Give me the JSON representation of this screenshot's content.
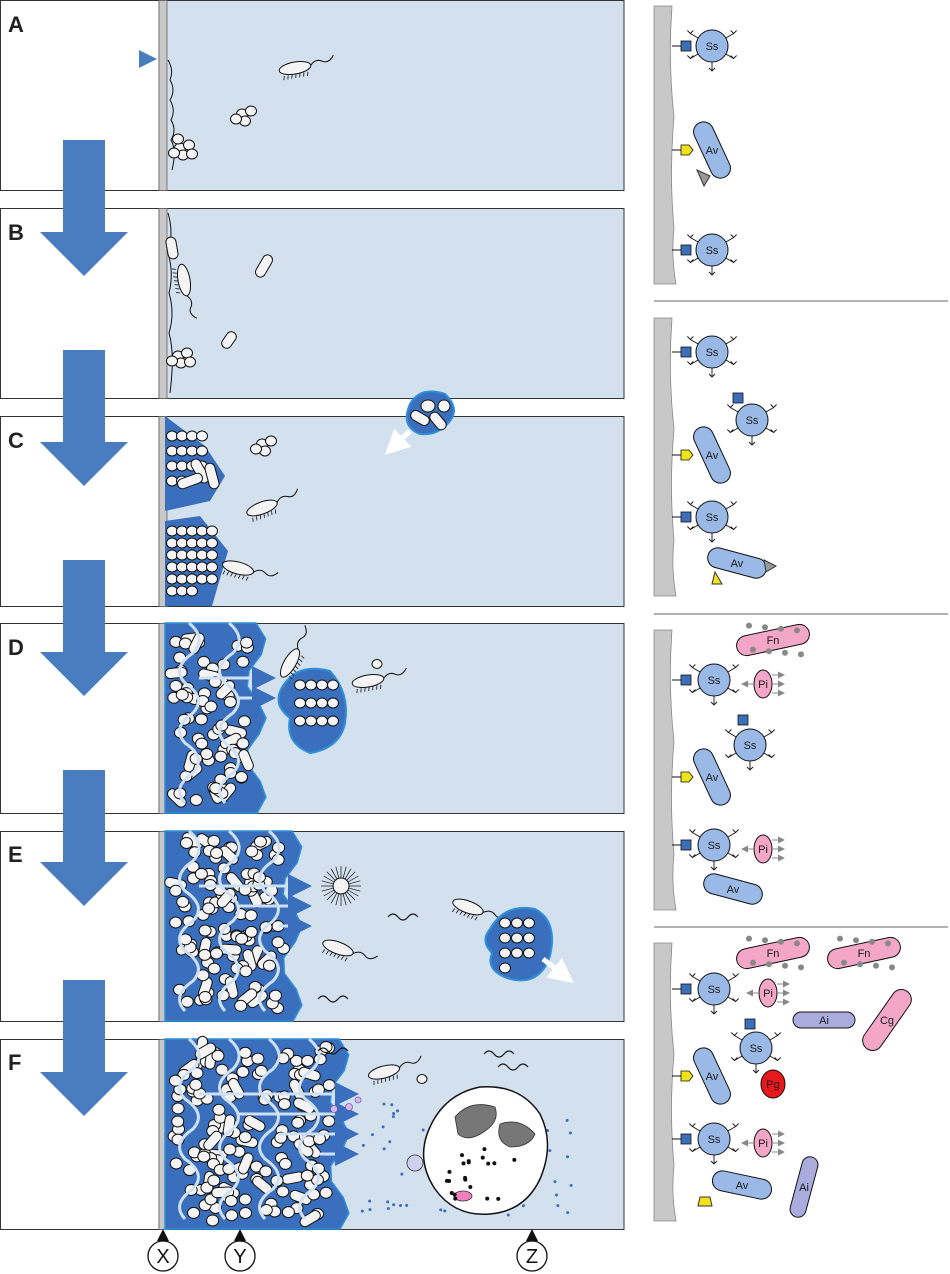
{
  "panels": [
    {
      "id": "A",
      "label": "A"
    },
    {
      "id": "B",
      "label": "B"
    },
    {
      "id": "C",
      "label": "C"
    },
    {
      "id": "D",
      "label": "D"
    },
    {
      "id": "E",
      "label": "E"
    },
    {
      "id": "F",
      "label": "F"
    }
  ],
  "markers": {
    "x": "X",
    "y": "Y",
    "z": "Z"
  },
  "cell_labels": {
    "ss": "Ss",
    "av": "Av",
    "fn": "Fn",
    "pi": "Pi",
    "ai": "Ai",
    "cg": "Cg",
    "pg": "Pg"
  },
  "colors": {
    "fluid": "#d3e0ee",
    "biofilm": "#3a6fbe",
    "arrow": "#4a7cc0",
    "channel": "#cfe0f3",
    "surface": "#c8c8c8",
    "ss_av_cell": "#9ab9e6",
    "fn_pi_cell": "#f4a6c8",
    "ai_cell": "#a9acdc",
    "pg_cell": "#e8181c",
    "adhesin_yellow": "#f2e21a",
    "receptor_blue": "#3c6fb8"
  }
}
